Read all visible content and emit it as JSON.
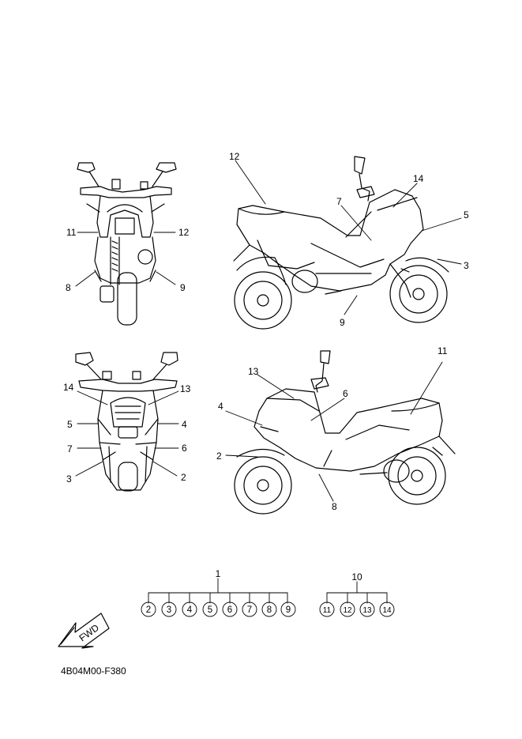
{
  "callouts": {
    "back_view": [
      {
        "id": "back-11",
        "text": "11"
      },
      {
        "id": "back-12",
        "text": "12"
      },
      {
        "id": "back-8",
        "text": "8"
      },
      {
        "id": "back-9",
        "text": "9"
      }
    ],
    "right_side": [
      {
        "id": "right-12",
        "text": "12"
      },
      {
        "id": "right-14",
        "text": "14"
      },
      {
        "id": "right-7",
        "text": "7"
      },
      {
        "id": "right-5",
        "text": "5"
      },
      {
        "id": "right-3",
        "text": "3"
      },
      {
        "id": "right-9",
        "text": "9"
      }
    ],
    "front_view": [
      {
        "id": "front-14",
        "text": "14"
      },
      {
        "id": "front-13",
        "text": "13"
      },
      {
        "id": "front-5",
        "text": "5"
      },
      {
        "id": "front-4",
        "text": "4"
      },
      {
        "id": "front-7",
        "text": "7"
      },
      {
        "id": "front-6",
        "text": "6"
      },
      {
        "id": "front-3",
        "text": "3"
      },
      {
        "id": "front-2",
        "text": "2"
      }
    ],
    "left_side": [
      {
        "id": "left-13",
        "text": "13"
      },
      {
        "id": "left-11",
        "text": "11"
      },
      {
        "id": "left-4",
        "text": "4"
      },
      {
        "id": "left-6",
        "text": "6"
      },
      {
        "id": "left-2",
        "text": "2"
      },
      {
        "id": "left-8",
        "text": "8"
      }
    ]
  },
  "kits": [
    {
      "label": "1",
      "members": [
        "2",
        "3",
        "4",
        "5",
        "6",
        "7",
        "8",
        "9"
      ]
    },
    {
      "label": "10",
      "members": [
        "11",
        "12",
        "13",
        "14"
      ]
    }
  ],
  "direction_arrow": {
    "text": "FWD"
  },
  "drawing_code": "4B04M00-F380"
}
